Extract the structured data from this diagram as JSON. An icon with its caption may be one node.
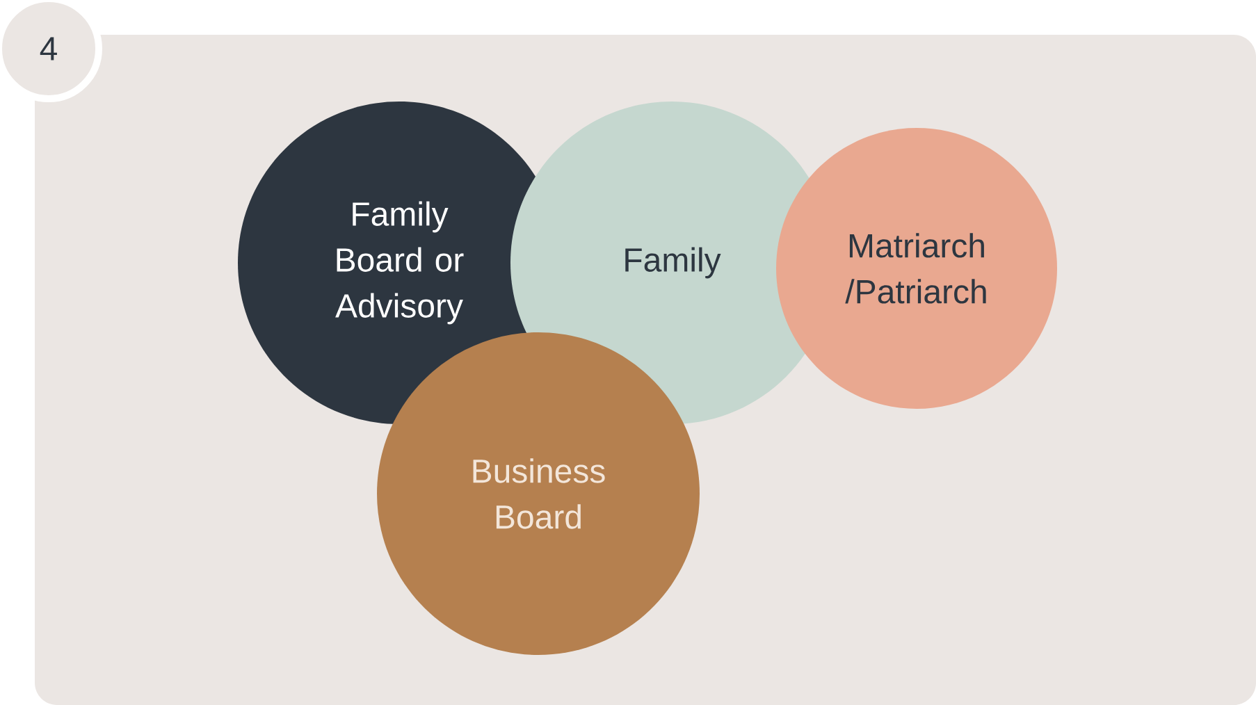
{
  "diagram": {
    "nodes": [
      {
        "text": [
          "4"
        ]
      },
      {
        "text": [
          "Family Board or Advisory"
        ]
      },
      {
        "text": [
          "Family"
        ]
      },
      {
        "text": [
          "Matriarch /Patriarch"
        ]
      },
      {
        "text": [
          "Business Board"
        ]
      }
    ]
  }
}
